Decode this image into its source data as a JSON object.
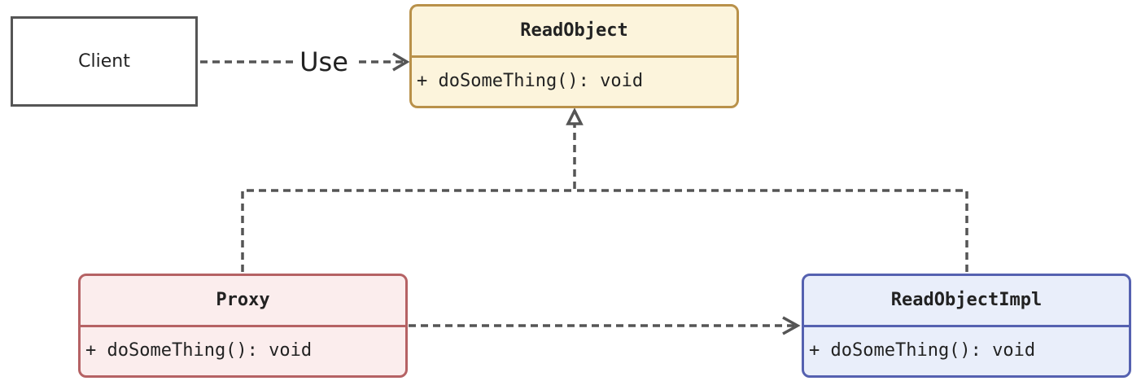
{
  "diagram": {
    "client": {
      "label": "Client"
    },
    "use_label": "Use",
    "classes": {
      "read_object": {
        "name": "ReadObject",
        "operation": "+ doSomeThing(): void",
        "border_color": "#b9914a",
        "fill_color": "#fcf4dc"
      },
      "proxy": {
        "name": "Proxy",
        "operation": "+ doSomeThing(): void",
        "border_color": "#b56264",
        "fill_color": "#fbeded"
      },
      "read_object_impl": {
        "name": "ReadObjectImpl",
        "operation": "+ doSomeThing(): void",
        "border_color": "#5561b0",
        "fill_color": "#e9eefa"
      }
    },
    "relations": [
      {
        "from": "Client",
        "to": "ReadObject",
        "kind": "dependency",
        "label": "Use"
      },
      {
        "from": "Proxy",
        "to": "ReadObject",
        "kind": "realization"
      },
      {
        "from": "ReadObjectImpl",
        "to": "ReadObject",
        "kind": "realization"
      },
      {
        "from": "Proxy",
        "to": "ReadObjectImpl",
        "kind": "dependency"
      }
    ],
    "line_color": "#555555"
  }
}
